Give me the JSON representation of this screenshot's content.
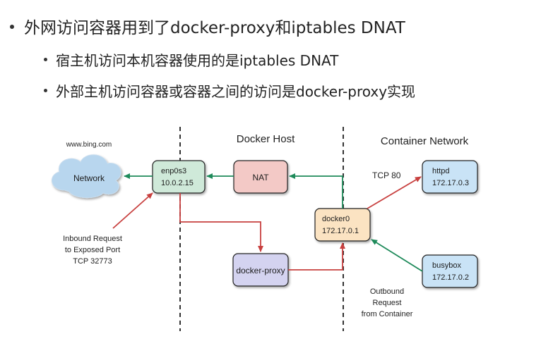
{
  "bullets": {
    "main": "外网访问容器用到了docker-proxy和iptables DNAT",
    "sub1": "宿主机访问本机容器使用的是iptables DNAT",
    "sub2": "外部主机访问容器或容器之间的访问是docker-proxy实现"
  },
  "diagram": {
    "docker_host_label": "Docker Host",
    "container_network_label": "Container Network",
    "bing_label": "www.bing.com",
    "network_label": "Network",
    "enp_name": "enp0s3",
    "enp_ip": "10.0.2.15",
    "nat_label": "NAT",
    "docker0_name": "docker0",
    "docker0_ip": "172.17.0.1",
    "proxy_label": "docker-proxy",
    "httpd_name": "httpd",
    "httpd_ip": "172.17.0.3",
    "busybox_name": "busybox",
    "busybox_ip": "172.17.0.2",
    "tcp80_label": "TCP 80",
    "inbound_lines": [
      "Inbound Request",
      "to Exposed Port",
      "TCP 32773"
    ],
    "outbound_lines": [
      "Outbound",
      "Request",
      "from Container"
    ]
  },
  "colors": {
    "green_arrow": "#1e8a5a",
    "red_arrow": "#c8403f",
    "enp_fill": "#cfe9d9",
    "nat_fill": "#f3c9c6",
    "docker0_fill": "#fbe3c2",
    "proxy_fill": "#d4d3f0",
    "container_fill": "#c9e3f6",
    "cloud_fill": "#b8d6ee"
  }
}
